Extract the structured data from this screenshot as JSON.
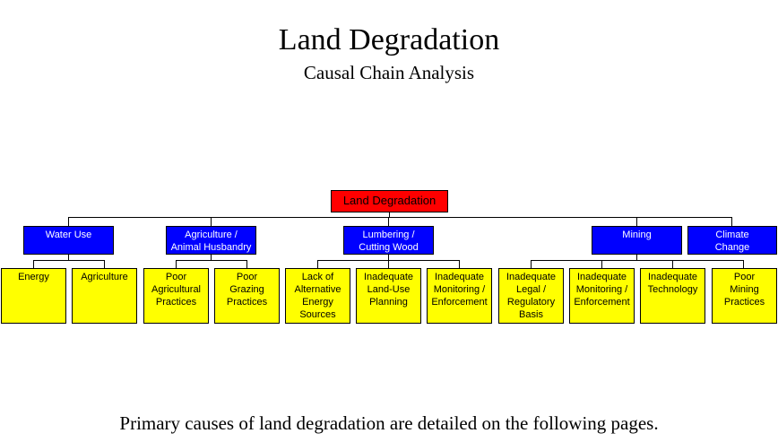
{
  "header": {
    "title": "Land Degradation",
    "subtitle": "Causal Chain Analysis"
  },
  "diagram": {
    "root": "Land Degradation",
    "categories": [
      {
        "label": "Water Use",
        "causes": [
          "Energy",
          "Agriculture"
        ]
      },
      {
        "label": "Agriculture /\nAnimal Husbandry",
        "causes": [
          "Poor\nAgricultural\nPractices",
          "Poor\nGrazing\nPractices"
        ]
      },
      {
        "label": "Lumbering /\nCutting Wood",
        "causes": [
          "Lack of\nAlternative\nEnergy\nSources",
          "Inadequate\nLand-Use\nPlanning",
          "Inadequate\nMonitoring /\nEnforcement"
        ]
      },
      {
        "label": "Mining",
        "causes": [
          "Inadequate\nLegal /\nRegulatory\nBasis",
          "Inadequate\nMonitoring /\nEnforcement",
          "Inadequate\nTechnology"
        ]
      },
      {
        "label": "Climate\nChange",
        "causes": [
          "Poor\nMining\nPractices"
        ]
      }
    ],
    "colors": {
      "root": "#ff0000",
      "category": "#0000ff",
      "cause": "#ffff00"
    }
  },
  "footer": {
    "text": "Primary causes of land degradation are detailed on the following pages."
  }
}
